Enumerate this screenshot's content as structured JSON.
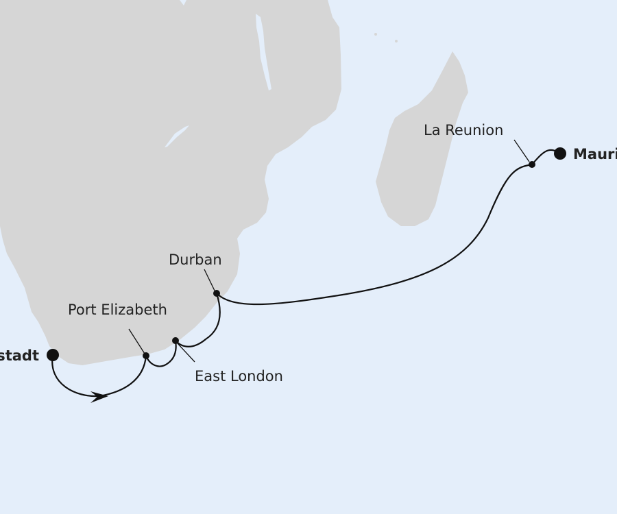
{
  "colors": {
    "sea": "#e4eefa",
    "land": "#d6d6d6",
    "route": "#111111"
  },
  "route": {
    "start": "Kapstadt",
    "end": "Mauritius",
    "stops": [
      "Port Elizabeth",
      "East London",
      "Durban",
      "La Reunion"
    ]
  }
}
